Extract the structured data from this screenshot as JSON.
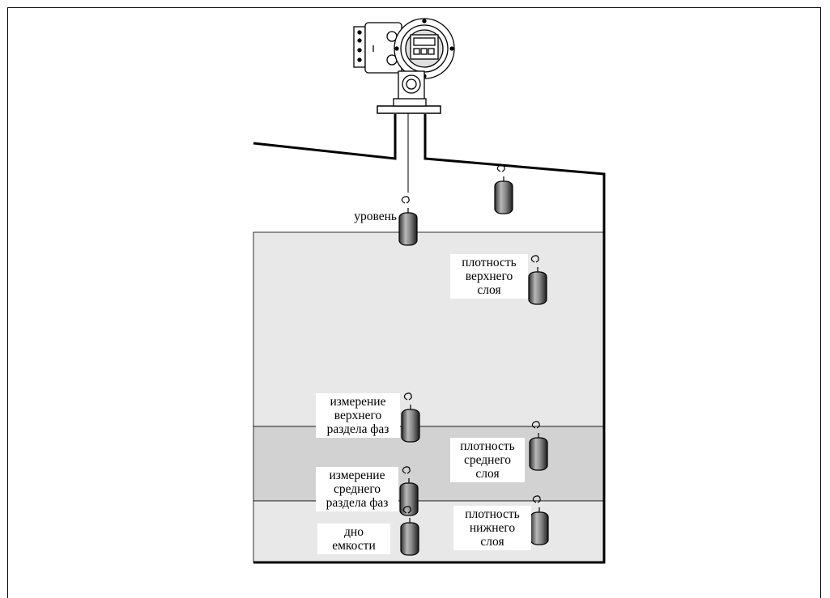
{
  "labels": {
    "level": "уровень",
    "upper_density": [
      "плотность",
      "верхнего",
      "слоя"
    ],
    "upper_interface": [
      "измерение",
      "верхнего",
      "раздела фаз"
    ],
    "middle_density": [
      "плотность",
      "среднего",
      "слоя"
    ],
    "middle_interface": [
      "измерение",
      "среднего",
      "раздела фаз"
    ],
    "lower_density": [
      "плотность",
      "нижнего",
      "слоя"
    ],
    "tank_bottom": [
      "дно",
      "емкости"
    ]
  },
  "colors": {
    "upper_layer": "#e8e8e8",
    "middle_layer": "#d2d2d2",
    "lower_layer": "#e8e8e8",
    "outline": "#000000",
    "displacer_dark": "#2e2e2e",
    "displacer_light": "#b8b8b8"
  }
}
